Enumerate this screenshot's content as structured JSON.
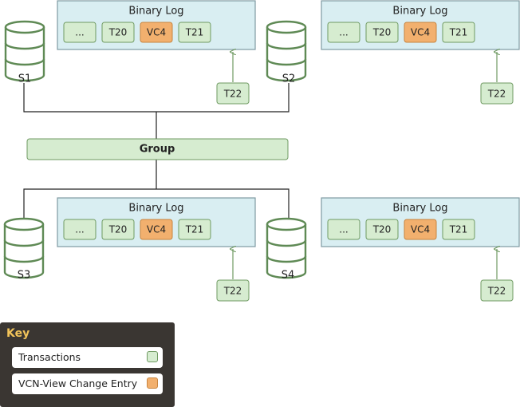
{
  "colors": {
    "binlog_fill": "#d9eef2",
    "binlog_stroke": "#7f9aa2",
    "transaction_fill": "#d6ecd0",
    "transaction_stroke": "#6f9a62",
    "view_change_fill": "#f2b06e",
    "view_change_stroke": "#c88540",
    "server_stroke": "#5f8a55",
    "connector": "#222222",
    "arrow": "#6f9a62",
    "key_background": "#3a3632",
    "key_title": "#f2c45a"
  },
  "group": {
    "label": "Group"
  },
  "servers": [
    {
      "label": "S1",
      "icon": "database-icon",
      "binlog": {
        "title": "Binary Log",
        "entries": [
          "...",
          "T20",
          "VC4",
          "T21"
        ]
      },
      "incoming": "T22"
    },
    {
      "label": "S2",
      "icon": "database-icon",
      "binlog": {
        "title": "Binary Log",
        "entries": [
          "...",
          "T20",
          "VC4",
          "T21"
        ]
      },
      "incoming": "T22"
    },
    {
      "label": "S3",
      "icon": "database-icon",
      "binlog": {
        "title": "Binary Log",
        "entries": [
          "...",
          "T20",
          "VC4",
          "T21"
        ]
      },
      "incoming": "T22"
    },
    {
      "label": "S4",
      "icon": "database-icon",
      "binlog": {
        "title": "Binary Log",
        "entries": [
          "...",
          "T20",
          "VC4",
          "T21"
        ]
      },
      "incoming": "T22"
    }
  ],
  "key": {
    "title": "Key",
    "items": [
      {
        "label": "Transactions"
      },
      {
        "label": "VCN-View Change Entry"
      }
    ]
  }
}
